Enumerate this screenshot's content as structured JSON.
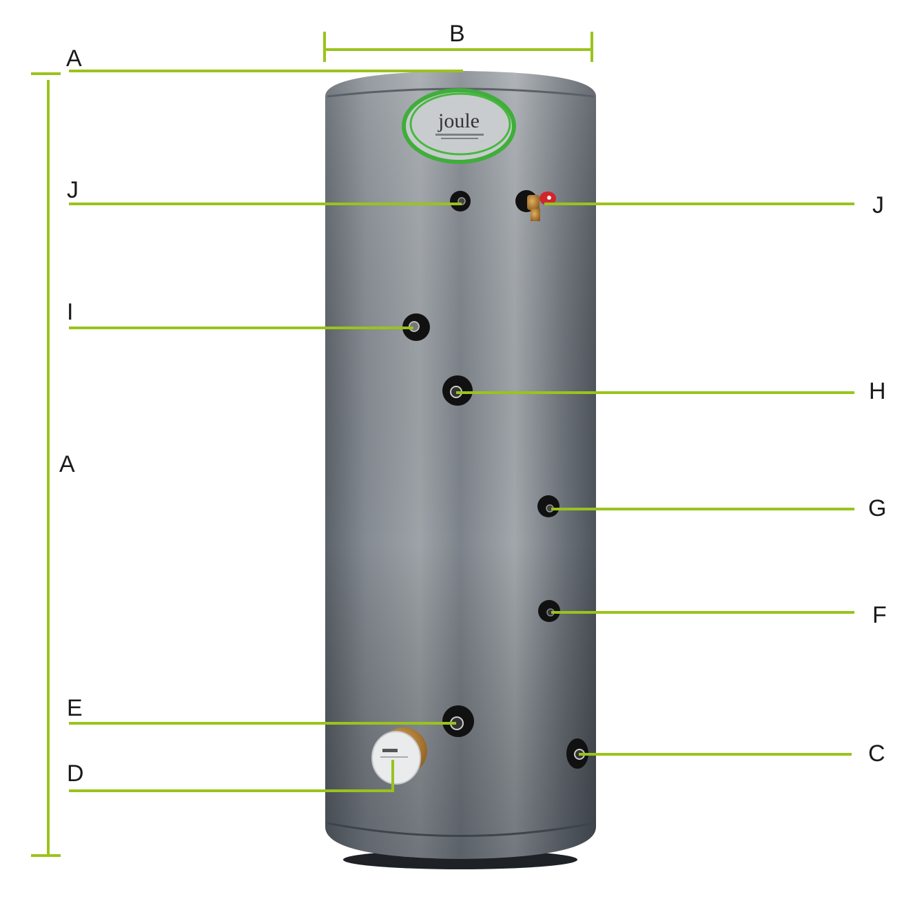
{
  "accent_color": "#9ac31c",
  "logo_text": "joule",
  "labels": {
    "A_top": "A",
    "A_side": "A",
    "B": "B",
    "C": "C",
    "D": "D",
    "E": "E",
    "F": "F",
    "G": "G",
    "H": "H",
    "I": "I",
    "J_left": "J",
    "J_right": "J"
  }
}
